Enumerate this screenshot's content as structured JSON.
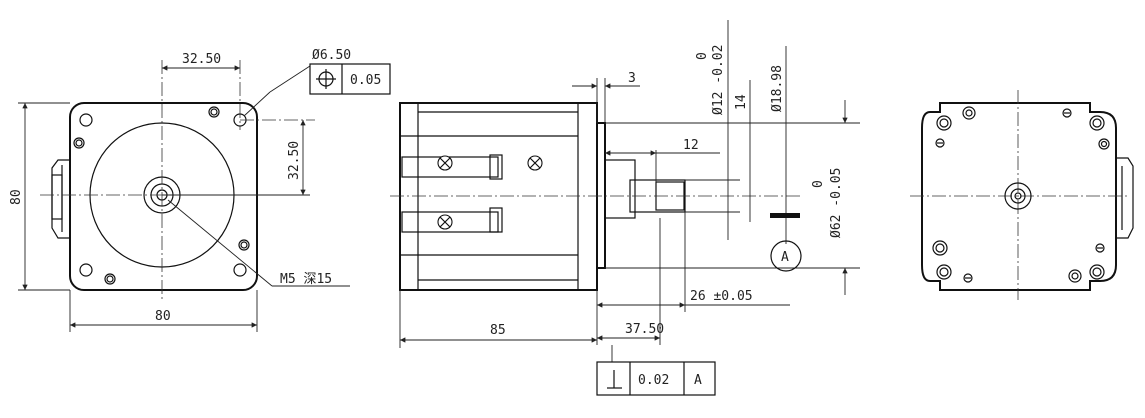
{
  "front_view": {
    "dim_hole_spacing_h": "32.50",
    "dim_hole_spacing_v": "32.50",
    "dim_hole_dia": "Ø6.50",
    "fcf_symbol": "⌖",
    "fcf_tolerance": "0.05",
    "dim_width": "80",
    "dim_height": "80",
    "thread_note": "M5 深15"
  },
  "side_view": {
    "dim_flange_thickness": "3",
    "dim_shaft_dia": "Ø12 -0.02",
    "dim_shaft_dia_upper": "0",
    "dim_key_height": "14",
    "dim_boss_dia": "Ø18.98",
    "dim_key_length": "12",
    "dim_pilot_dia": "Ø62 -0.05",
    "dim_pilot_dia_upper": "0",
    "datum_label": "A",
    "dim_shaft_length": "26 ±0.05",
    "dim_body_length": "85",
    "dim_shaft_total": "37.50",
    "fcf2_symbol": "⊥",
    "fcf2_tolerance": "0.02",
    "fcf2_datum": "A"
  }
}
